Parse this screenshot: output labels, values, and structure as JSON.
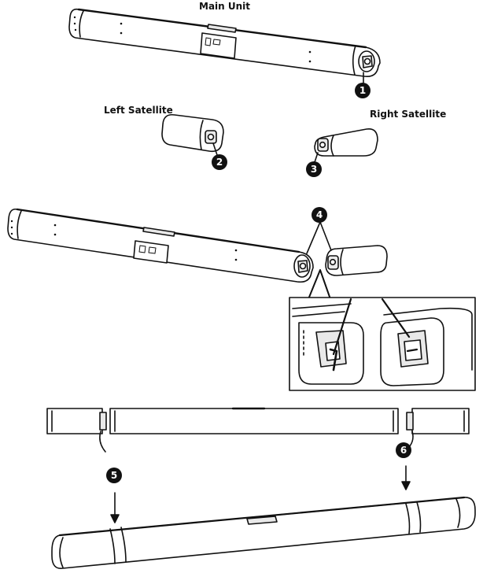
{
  "labels": {
    "main_unit": "Main Unit",
    "left_satellite": "Left Satellite",
    "right_satellite": "Right Satellite"
  },
  "callouts": [
    "1",
    "2",
    "3",
    "4",
    "5",
    "6"
  ],
  "colors": {
    "line": "#111111",
    "fill": "#ffffff",
    "shade": "#e9e9e9"
  }
}
